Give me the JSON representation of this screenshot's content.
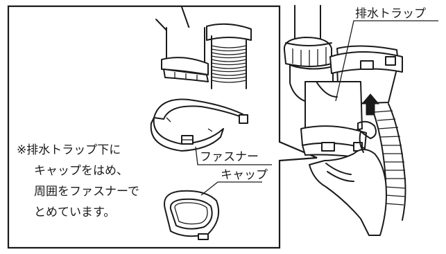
{
  "labels": {
    "drain_trap": "排水トラップ",
    "fastener": "ファスナー",
    "cap": "キャップ"
  },
  "note_lines": [
    "※排水トラップ下に",
    "キャップをはめ、",
    "周囲をファスナーで",
    "とめています。"
  ],
  "colors": {
    "line": "#1a1a1a",
    "background": "#ffffff",
    "shade": "#e6e6e6"
  }
}
